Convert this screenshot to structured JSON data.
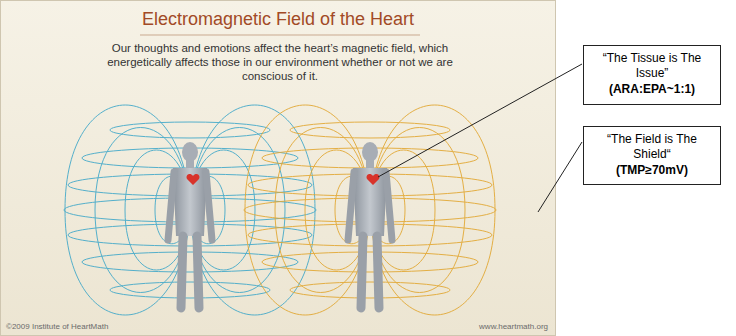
{
  "diagram": {
    "title": "Electromagnetic Field of the Heart",
    "nodes": [
      {
        "text": [
          "“The Tissue is The Issue”",
          "(ARA:EPA~1:1)"
        ]
      },
      {
        "text": [
          "“The Field is The Shield“",
          "(TMP≥70mV)"
        ]
      }
    ],
    "labels": [
      "Our thoughts and emotions affect the heart’s magnetic field, which energetically affects those in our environment whether or not we are conscious of it.",
      "©2009 Institute of HeartMath",
      "www.heartmath.org"
    ]
  }
}
